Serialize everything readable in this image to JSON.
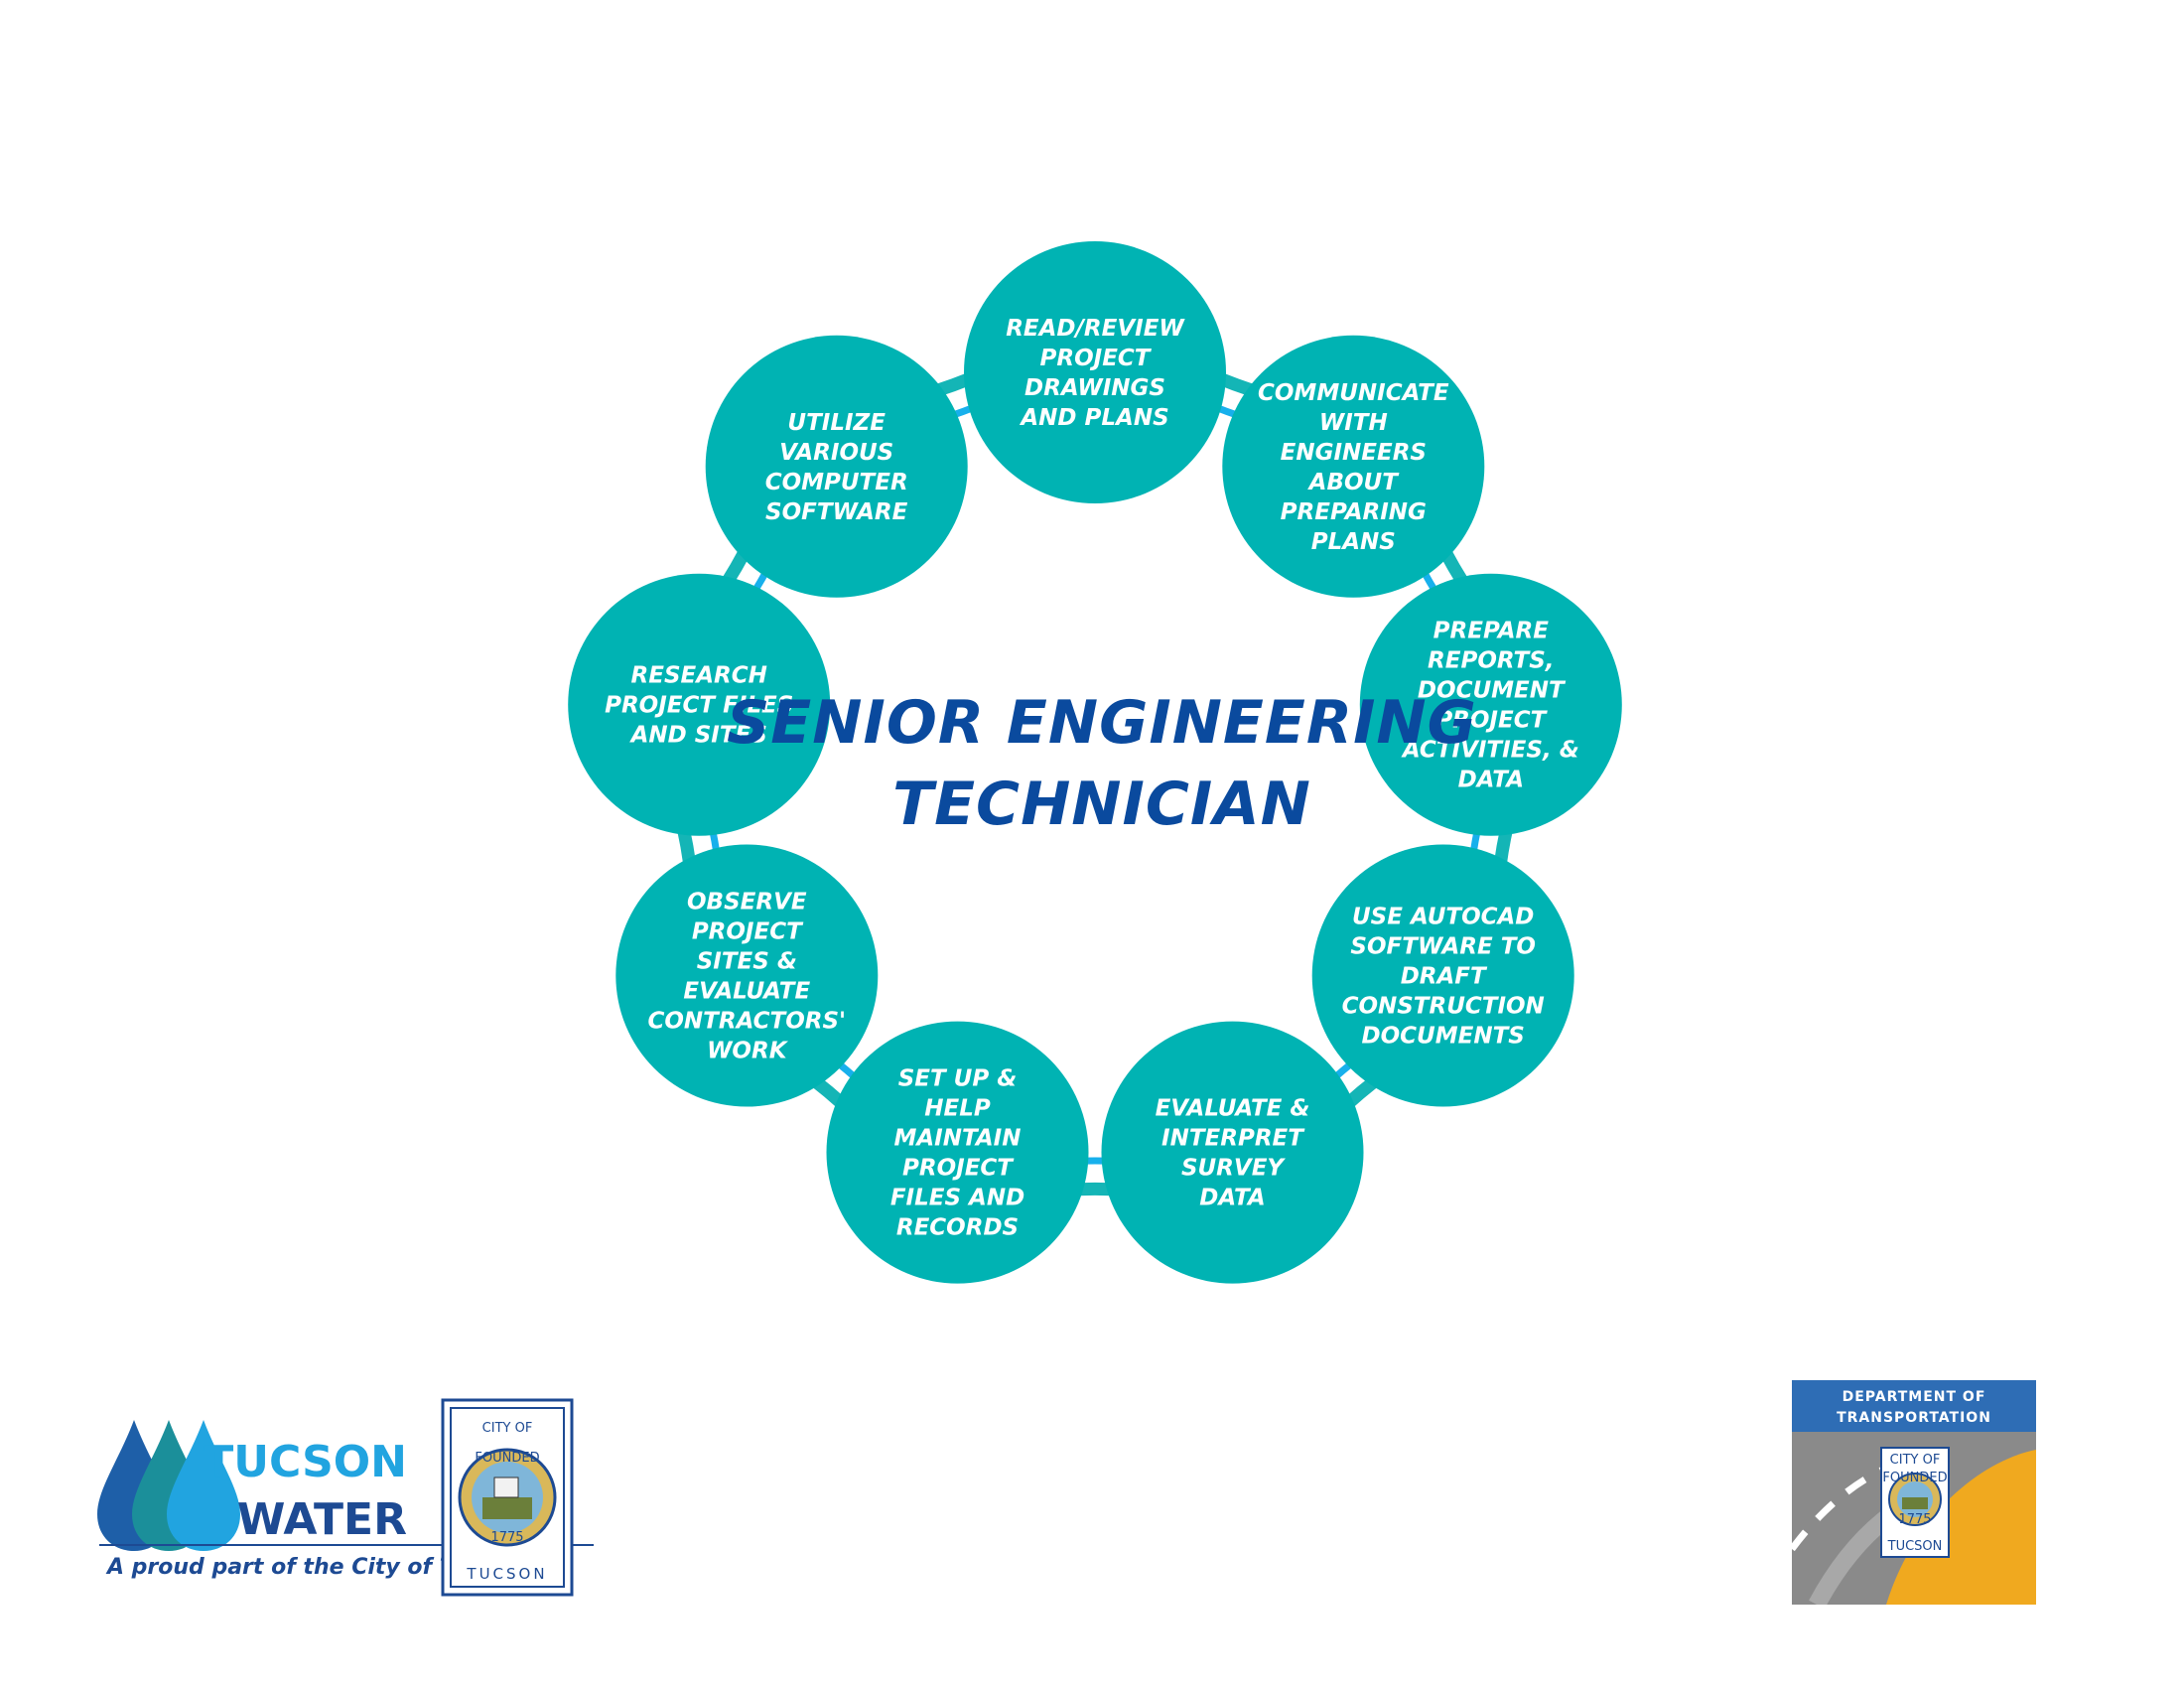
{
  "title": [
    "SENIOR  ENGINEERING",
    "TECHNICIAN"
  ],
  "nodes": [
    {
      "id": "read-review",
      "lines": [
        "READ/REVIEW",
        "PROJECT",
        "DRAWINGS",
        "AND PLANS"
      ]
    },
    {
      "id": "communicate",
      "lines": [
        "COMMUNICATE",
        "WITH",
        "ENGINEERS",
        "ABOUT",
        "PREPARING",
        "PLANS"
      ]
    },
    {
      "id": "prepare-reports",
      "lines": [
        "PREPARE",
        "REPORTS,",
        "DOCUMENT",
        "PROJECT",
        "ACTIVITIES, &",
        "DATA"
      ]
    },
    {
      "id": "use-autocad",
      "lines": [
        "USE AUTOCAD",
        "SOFTWARE TO",
        "DRAFT",
        "CONSTRUCTION",
        "DOCUMENTS"
      ]
    },
    {
      "id": "evaluate-survey",
      "lines": [
        "EVALUATE &",
        "INTERPRET",
        "SURVEY",
        "DATA"
      ]
    },
    {
      "id": "set-up-files",
      "lines": [
        "SET UP &",
        "HELP",
        "MAINTAIN",
        "PROJECT",
        "FILES AND",
        "RECORDS"
      ]
    },
    {
      "id": "observe-sites",
      "lines": [
        "OBSERVE",
        "PROJECT",
        "SITES &",
        "EVALUATE",
        "CONTRACTORS'",
        "WORK"
      ]
    },
    {
      "id": "research-files",
      "lines": [
        "RESEARCH",
        "PROJECT FILES",
        "AND SITES"
      ]
    },
    {
      "id": "utilize-software",
      "lines": [
        "UTILIZE",
        "VARIOUS",
        "COMPUTER",
        "SOFTWARE"
      ]
    }
  ],
  "logos": {
    "tucson_water": {
      "word1": "TUCSON",
      "word2": "WATER",
      "tagline": "A proud part of the City of Tucson",
      "seal": [
        "CITY OF",
        "FOUNDED",
        "1775",
        "TUCSON"
      ]
    },
    "dot": {
      "line1": "DEPARTMENT OF",
      "line2": "TRANSPORTATION",
      "seal": [
        "CITY OF",
        "FOUNDED",
        "1775",
        "TUCSON"
      ]
    }
  },
  "colors": {
    "circle": "#00b3b3",
    "outer_ring": "#14b5b6",
    "inner_ring": "#17b0ec",
    "title": "#0a4a9e",
    "navy": "#1d4a93",
    "water_dark": "#1e5fa8",
    "water_mid": "#1b8f9a",
    "water_light": "#21a4e0",
    "dot_banner": "#2e6db5",
    "dot_road": "#8a8a8a",
    "dot_orange": "#f0a91f"
  }
}
